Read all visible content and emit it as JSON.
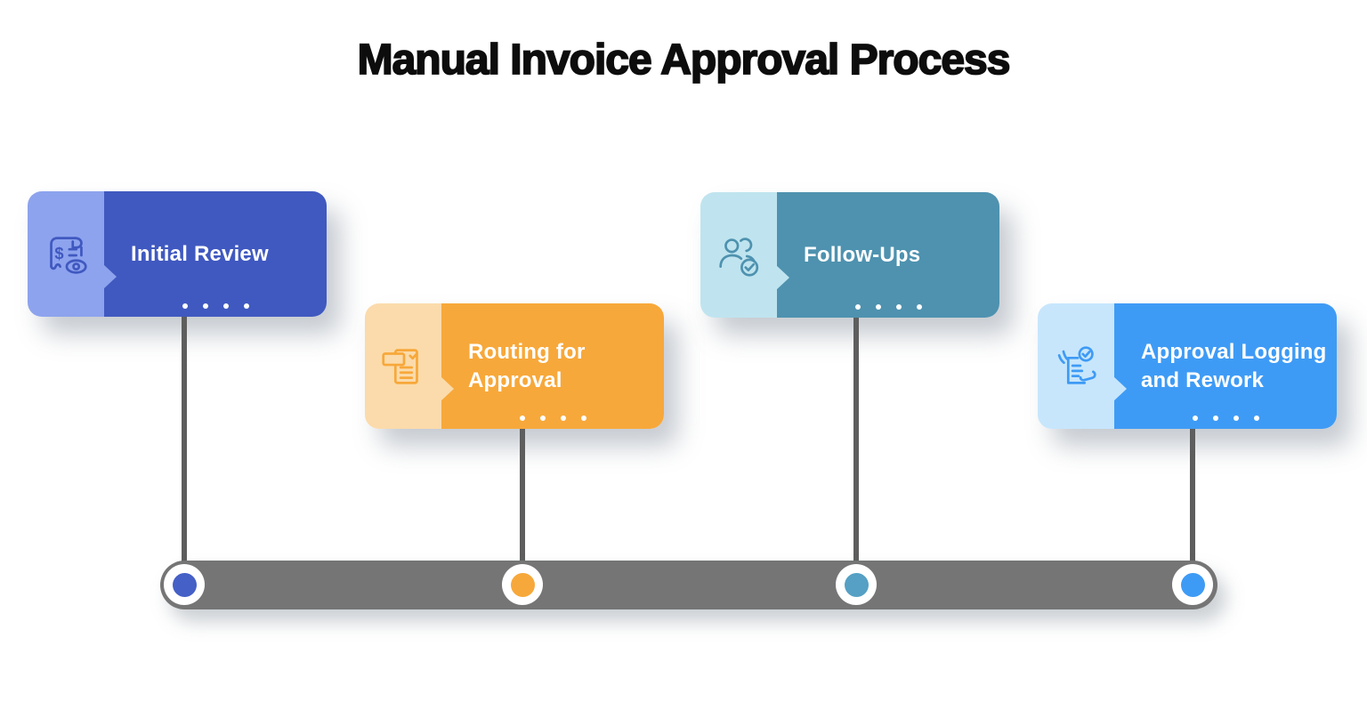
{
  "page": {
    "title": "Manual Invoice Approval Process",
    "title_color": "#0d0d0d",
    "background_color": "#ffffff"
  },
  "steps": [
    {
      "label": "Initial Review",
      "icon": "invoice-review-icon",
      "progress_dots": 4,
      "colors": {
        "light": "#8DA3EE",
        "main": "#4059C0",
        "dot": "#4560C6"
      }
    },
    {
      "label": "Routing for Approval",
      "icon": "routing-document-icon",
      "progress_dots": 4,
      "colors": {
        "light": "#FBDBAB",
        "main": "#F7A83A",
        "dot": "#F7A83A"
      }
    },
    {
      "label": "Follow-Ups",
      "icon": "people-check-icon",
      "progress_dots": 4,
      "colors": {
        "light": "#BFE4EF",
        "main": "#4E92AF",
        "dot": "#55A0C4"
      }
    },
    {
      "label": "Approval Logging and Rework",
      "icon": "hands-document-check-icon",
      "progress_dots": 4,
      "colors": {
        "light": "#C7E6FC",
        "main": "#3E9BF5",
        "dot": "#3E9BF5"
      }
    }
  ],
  "timeline": {
    "bar_color": "#757575",
    "connector_color": "#5e5e5e",
    "node_ring_color": "#ffffff"
  }
}
